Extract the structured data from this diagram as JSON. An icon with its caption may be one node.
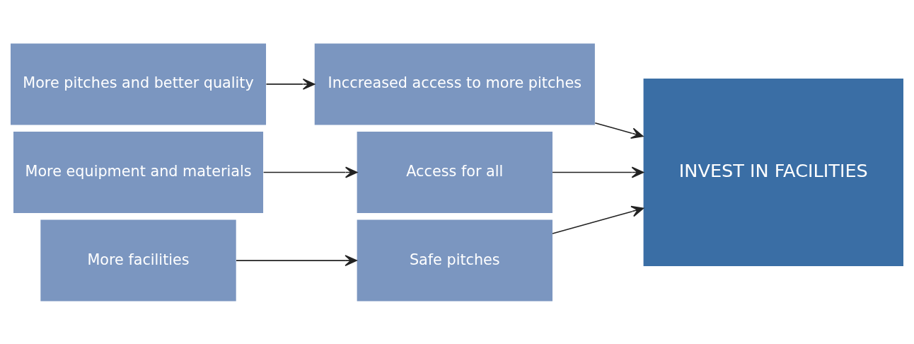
{
  "diagram": {
    "nodes": [
      {
        "text": [
          "More pitches and better quality"
        ]
      },
      {
        "text": [
          "Inccreased access to more pitches"
        ]
      },
      {
        "text": [
          "More equipment and materials"
        ]
      },
      {
        "text": [
          "Access for all"
        ]
      },
      {
        "text": [
          "More facilities"
        ]
      },
      {
        "text": [
          "Safe pitches"
        ]
      },
      {
        "text": [
          "INVEST IN FACILITIES"
        ]
      }
    ],
    "edges": [
      {
        "from": 0,
        "to": 1,
        "arrow": "to"
      },
      {
        "from": 2,
        "to": 3,
        "arrow": "to"
      },
      {
        "from": 4,
        "to": 5,
        "arrow": "to"
      },
      {
        "from": 1,
        "to": 6,
        "arrow": "to"
      },
      {
        "from": 3,
        "to": 6,
        "arrow": "to"
      },
      {
        "from": 5,
        "to": 6,
        "arrow": "to"
      }
    ]
  }
}
